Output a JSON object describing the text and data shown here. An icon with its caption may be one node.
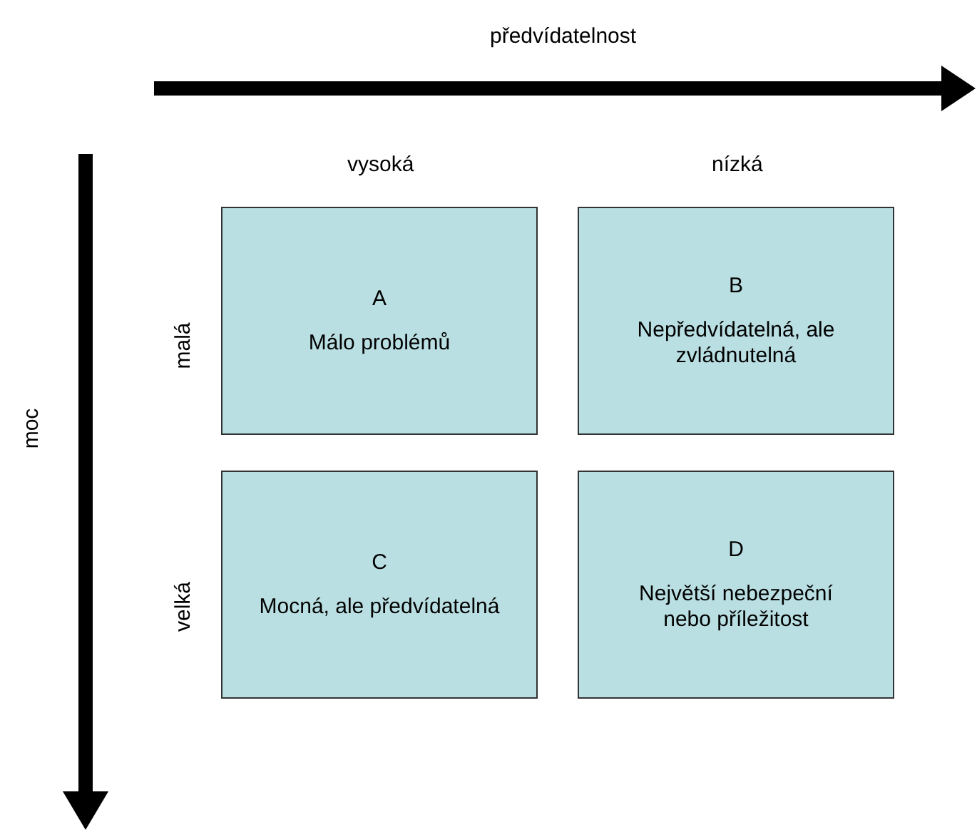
{
  "diagram": {
    "nodes": [
      {
        "text": [
          "A",
          "Málo problémů"
        ]
      },
      {
        "text": [
          "B",
          "Nepředvídatelná, ale zvládnutelná"
        ]
      },
      {
        "text": [
          "C",
          "Mocná, ale předvídatelná"
        ]
      },
      {
        "text": [
          "D",
          "Největší nebezpeční nebo příležitost"
        ]
      }
    ],
    "edges": [],
    "labels": [
      "předvídatelnost",
      "moc",
      "vysoká",
      "nízká",
      "malá",
      "velká"
    ]
  }
}
